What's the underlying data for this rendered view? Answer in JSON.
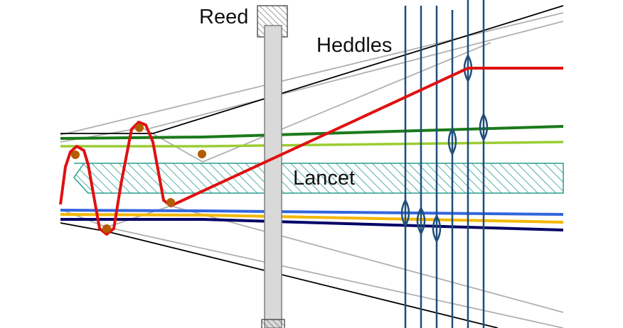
{
  "labels": {
    "reed": "Reed",
    "heddles": "Heddles",
    "lancet": "Lancet"
  },
  "colors": {
    "background": "#ffffff",
    "reed_fill": "#d9d9d9",
    "reed_stroke": "#7f7f7f",
    "lancet_hatch": "#2a9d8f",
    "heddle": "#1f4e79",
    "warp_black": "#000000",
    "warp_gray": "#b0b0b0",
    "warp_dark_green": "#1a7a1a",
    "warp_light_green": "#9acd32",
    "warp_blue": "#3366dd",
    "warp_yellow": "#f2b705",
    "warp_navy": "#000066",
    "weft_red": "#e01010",
    "knot_brown": "#b35c00"
  }
}
